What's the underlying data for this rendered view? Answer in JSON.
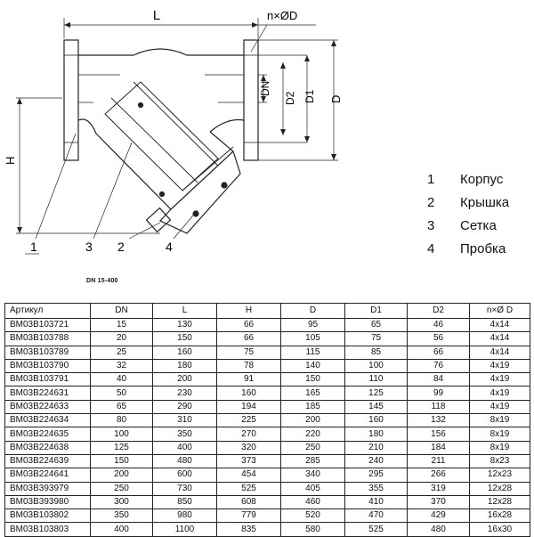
{
  "drawing": {
    "dim_L": "L",
    "dim_nD": "n×ØD",
    "dim_DN": "DN",
    "dim_D2": "D2",
    "dim_D1": "D1",
    "dim_D": "D",
    "dim_H": "H",
    "part_1": "1",
    "part_2": "2",
    "part_3": "3",
    "part_4": "4",
    "caption": "DN 15-400"
  },
  "legend": [
    {
      "num": "1",
      "label": "Корпус"
    },
    {
      "num": "2",
      "label": "Крышка"
    },
    {
      "num": "3",
      "label": "Сетка"
    },
    {
      "num": "4",
      "label": "Пробка"
    }
  ],
  "table": {
    "headers": [
      "Артикул",
      "DN",
      "L",
      "H",
      "D",
      "D1",
      "D2",
      "n×Ø D"
    ],
    "rows": [
      [
        "BM03B103721",
        "15",
        "130",
        "66",
        "95",
        "65",
        "46",
        "4x14"
      ],
      [
        "BM03B103788",
        "20",
        "150",
        "66",
        "105",
        "75",
        "56",
        "4x14"
      ],
      [
        "BM03B103789",
        "25",
        "160",
        "75",
        "115",
        "85",
        "66",
        "4x14"
      ],
      [
        "BM03B103790",
        "32",
        "180",
        "78",
        "140",
        "100",
        "76",
        "4x19"
      ],
      [
        "BM03B103791",
        "40",
        "200",
        "91",
        "150",
        "110",
        "84",
        "4x19"
      ],
      [
        "BM03B224631",
        "50",
        "230",
        "160",
        "165",
        "125",
        "99",
        "4x19"
      ],
      [
        "BM03B224633",
        "65",
        "290",
        "194",
        "185",
        "145",
        "118",
        "4x19"
      ],
      [
        "BM03B224634",
        "80",
        "310",
        "225",
        "200",
        "160",
        "132",
        "8x19"
      ],
      [
        "BM03B224635",
        "100",
        "350",
        "270",
        "220",
        "180",
        "156",
        "8x19"
      ],
      [
        "BM03B224638",
        "125",
        "400",
        "320",
        "250",
        "210",
        "184",
        "8x19"
      ],
      [
        "BM03B224639",
        "150",
        "480",
        "373",
        "285",
        "240",
        "211",
        "8x23"
      ],
      [
        "BM03B224641",
        "200",
        "600",
        "454",
        "340",
        "295",
        "266",
        "12x23"
      ],
      [
        "BM03B393979",
        "250",
        "730",
        "525",
        "405",
        "355",
        "319",
        "12x28"
      ],
      [
        "BM03B393980",
        "300",
        "850",
        "608",
        "460",
        "410",
        "370",
        "12x28"
      ],
      [
        "BM03B103802",
        "350",
        "980",
        "779",
        "520",
        "470",
        "429",
        "16x28"
      ],
      [
        "BM03B103803",
        "400",
        "1100",
        "835",
        "580",
        "525",
        "480",
        "16x30"
      ]
    ]
  }
}
